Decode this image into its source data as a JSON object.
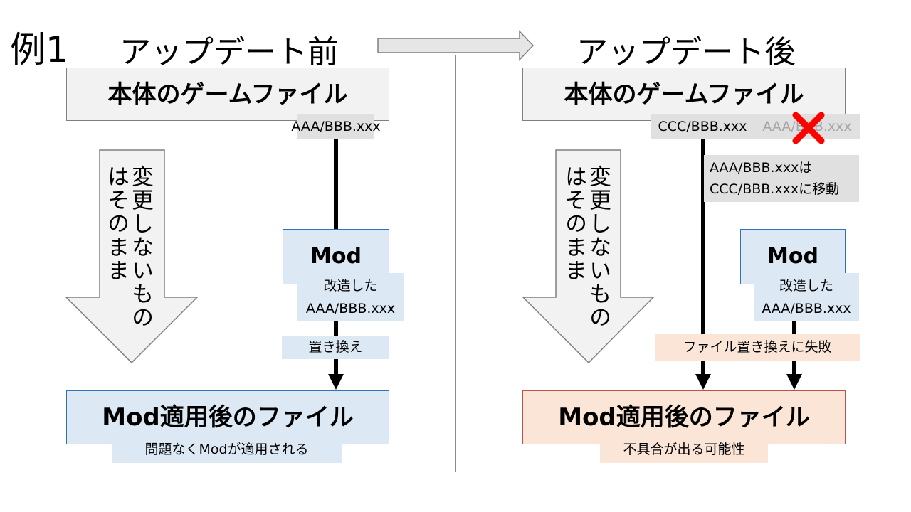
{
  "example_label": "例1",
  "before": {
    "title": "アップデート前",
    "game_files": "本体のゲームファイル",
    "path_tag": "AAA/BBB.xxx",
    "unchanged_text": "変更しないものはそのまま",
    "mod": "Mod",
    "modified_line1": "改造した",
    "modified_line2": "AAA/BBB.xxx",
    "replace": "置き換え",
    "result": "Mod適用後のファイル",
    "result_note": "問題なくModが適用される"
  },
  "after": {
    "title": "アップデート後",
    "game_files": "本体のゲームファイル",
    "new_path_tag": "CCC/BBB.xxx",
    "old_path_tag": "AAA/BBB.xxx",
    "moved_line1": "AAA/BBB.xxxは",
    "moved_line2": "CCC/BBB.xxxに移動",
    "unchanged_text": "変更しないものはそのまま",
    "mod": "Mod",
    "modified_line1": "改造した",
    "modified_line2": "AAA/BBB.xxx",
    "replace_failed": "ファイル置き換えに失敗",
    "result": "Mod適用後のファイル",
    "result_note": "不具合が出る可能性"
  },
  "colors": {
    "gray_fill": "#f2f2f2",
    "blue_fill": "#dce9f5",
    "peach_fill": "#fbe5d6",
    "cross_red": "#ff0000"
  }
}
